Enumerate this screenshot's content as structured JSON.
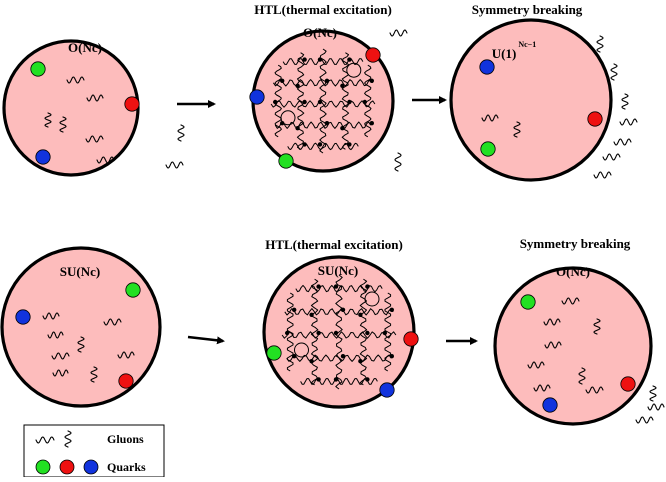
{
  "colors": {
    "background": "#ffffff",
    "circle_fill": "#fdbcbc",
    "outline": "#000000",
    "quark_green": "#22e022",
    "quark_red": "#ee1111",
    "quark_blue": "#1133dd"
  },
  "rows": [
    {
      "panels": [
        {
          "title": "",
          "label": "O(Nc)",
          "label_superscript": ""
        },
        {
          "title": "HTL(thermal excitation)",
          "label": "O(Nc)",
          "label_superscript": ""
        },
        {
          "title": "Symmetry breaking",
          "label": "U(1)",
          "label_superscript": "Nc−1"
        }
      ]
    },
    {
      "panels": [
        {
          "title": "",
          "label": "SU(Nc)",
          "label_superscript": ""
        },
        {
          "title": "HTL(thermal excitation)",
          "label": "SU(Nc)",
          "label_superscript": ""
        },
        {
          "title": "Symmetry breaking",
          "label": "O(Nc)",
          "label_superscript": ""
        }
      ]
    }
  ],
  "legend": {
    "gluons_label": "Gluons",
    "quarks_label": "Quarks",
    "gluon_icon": "wavy-line-icon",
    "quark_colors": [
      "#22e022",
      "#ee1111",
      "#1133dd"
    ]
  }
}
